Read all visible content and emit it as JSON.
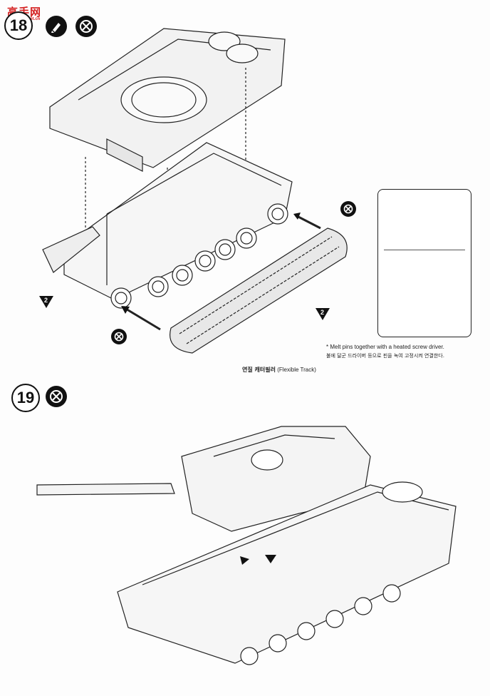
{
  "watermark": {
    "cn": "高手网",
    "url": "gaoshou.net.cn"
  },
  "steps": [
    {
      "number": "18"
    },
    {
      "number": "19"
    }
  ],
  "step18": {
    "track_caption_ko": "연질 캐터필러",
    "track_caption_en": "(Flexible Track)",
    "part_marker": "2",
    "note_en": "* Melt pins together with a heated screw driver.",
    "note_ko": "불에 달군 드라이버 등으로 핀을 녹여 고정시켜 연결한다."
  },
  "icons": {
    "cement": "cement-icon",
    "no_cement": "no-cement-icon"
  }
}
